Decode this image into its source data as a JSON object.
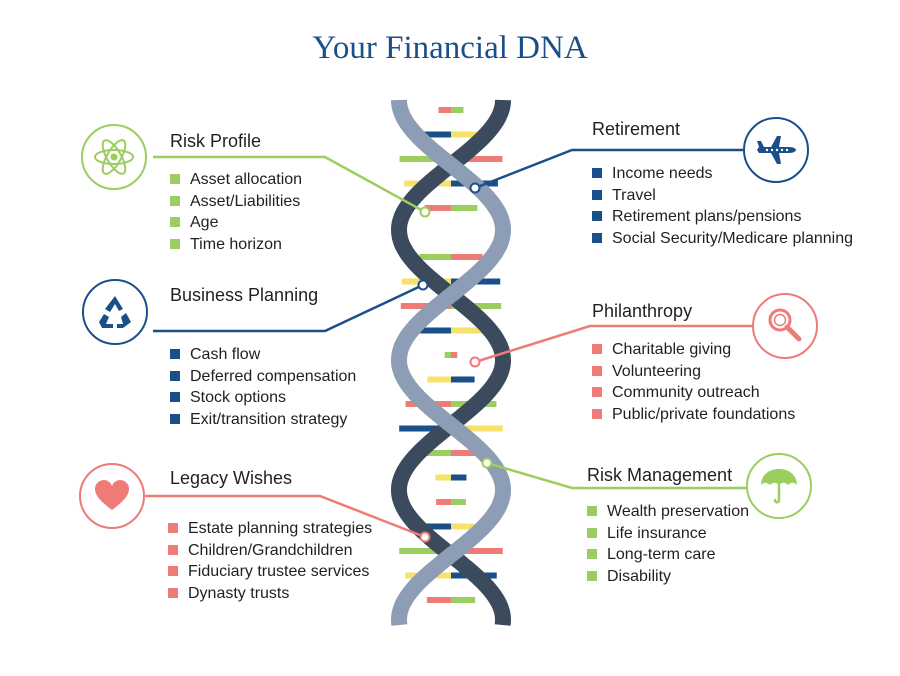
{
  "title": "Your Financial DNA",
  "colors": {
    "navy": "#1a4f8a",
    "green": "#9ccd5f",
    "salmon": "#ee7b78",
    "yellow": "#f6e16a",
    "strand_light": "#8c9db5",
    "strand_dark": "#3b4a5c"
  },
  "sections": {
    "risk_profile": {
      "title": "Risk Profile",
      "icon": "atom-icon",
      "items": [
        "Asset allocation",
        "Asset/Liabilities",
        "Age",
        "Time horizon"
      ]
    },
    "business_planning": {
      "title": "Business Planning",
      "icon": "recycle-icon",
      "items": [
        "Cash flow",
        "Deferred compensation",
        "Stock options",
        "Exit/transition strategy"
      ]
    },
    "legacy_wishes": {
      "title": "Legacy Wishes",
      "icon": "heart-icon",
      "items": [
        "Estate planning strategies",
        "Children/Grandchildren",
        "Fiduciary trustee services",
        "Dynasty trusts"
      ]
    },
    "retirement": {
      "title": "Retirement",
      "icon": "airplane-icon",
      "items": [
        "Income needs",
        "Travel",
        "Retirement plans/pensions",
        "Social Security/Medicare planning"
      ]
    },
    "philanthropy": {
      "title": "Philanthropy",
      "icon": "magnifier-icon",
      "items": [
        "Charitable giving",
        "Volunteering",
        "Community outreach",
        "Public/private foundations"
      ]
    },
    "risk_management": {
      "title": "Risk Management",
      "icon": "umbrella-icon",
      "items": [
        "Wealth preservation",
        "Life insurance",
        "Long-term care",
        "Disability"
      ]
    }
  }
}
